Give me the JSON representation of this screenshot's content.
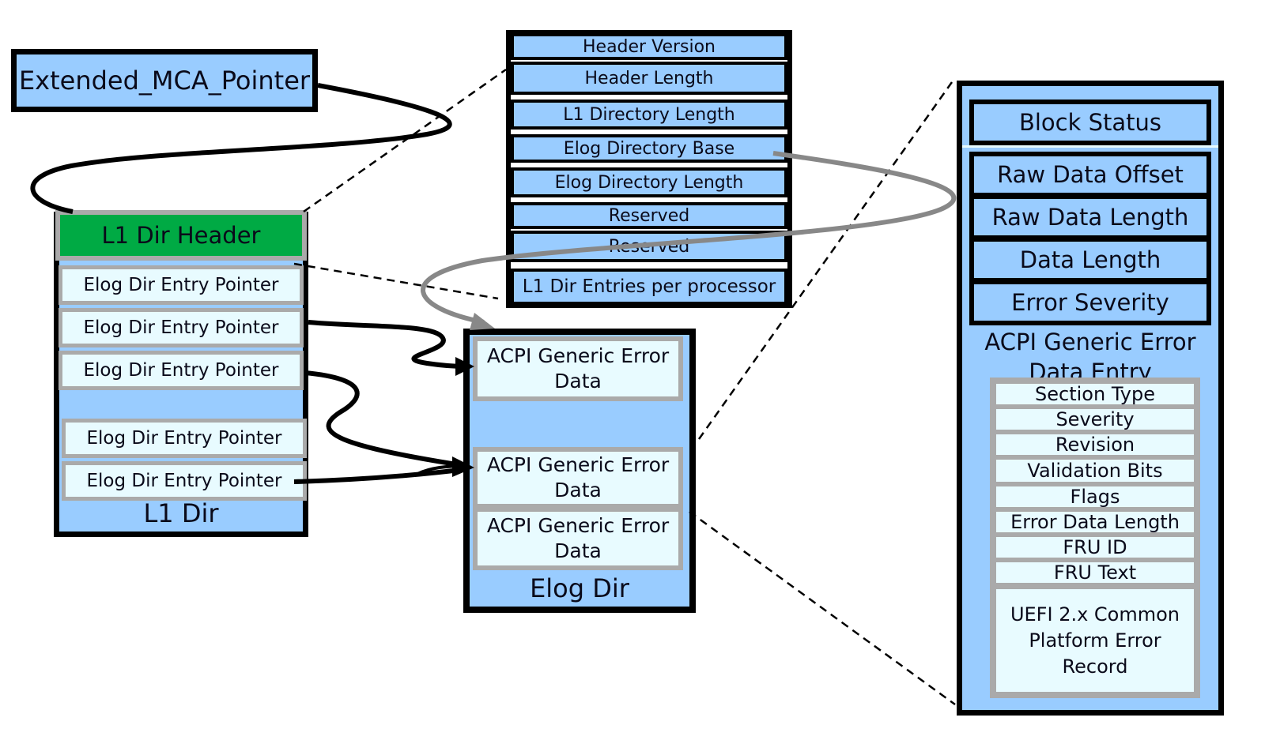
{
  "extended_mca_pointer": "Extended_MCA_Pointer",
  "l1_dir": {
    "header": "L1 Dir Header",
    "entries": [
      "Elog Dir Entry Pointer",
      "Elog Dir Entry Pointer",
      "Elog Dir Entry Pointer",
      "Elog Dir Entry Pointer",
      "Elog Dir Entry Pointer"
    ],
    "label": "L1 Dir"
  },
  "header_fields": [
    "Header Version",
    "Header Length",
    "L1 Directory Length",
    "Elog Directory Base",
    "Elog Directory Length",
    "Reserved",
    "Reserved",
    "L1 Dir Entries per processor"
  ],
  "elog_dir": {
    "entries": [
      "ACPI Generic Error  Data",
      "ACPI Generic Error  Data",
      "ACPI Generic Error  Data"
    ],
    "label": "Elog Dir"
  },
  "error_block": {
    "fields": [
      "Block Status",
      "Raw Data Offset",
      "Raw Data Length",
      "Data Length",
      "Error Severity"
    ],
    "acpi_entry_label": "ACPI Generic Error Data Entry",
    "sub_fields": [
      "Section Type",
      "Severity",
      "Revision",
      "Validation Bits",
      "Flags",
      "Error Data Length",
      "FRU ID",
      "FRU Text",
      "UEFI 2.x Common Platform Error Record"
    ]
  },
  "colors": {
    "structure_fill": "#99ccff",
    "entry_fill": "#e8fbff",
    "header_fill": "#00aa44",
    "border_gray": "#aaaaaa"
  }
}
